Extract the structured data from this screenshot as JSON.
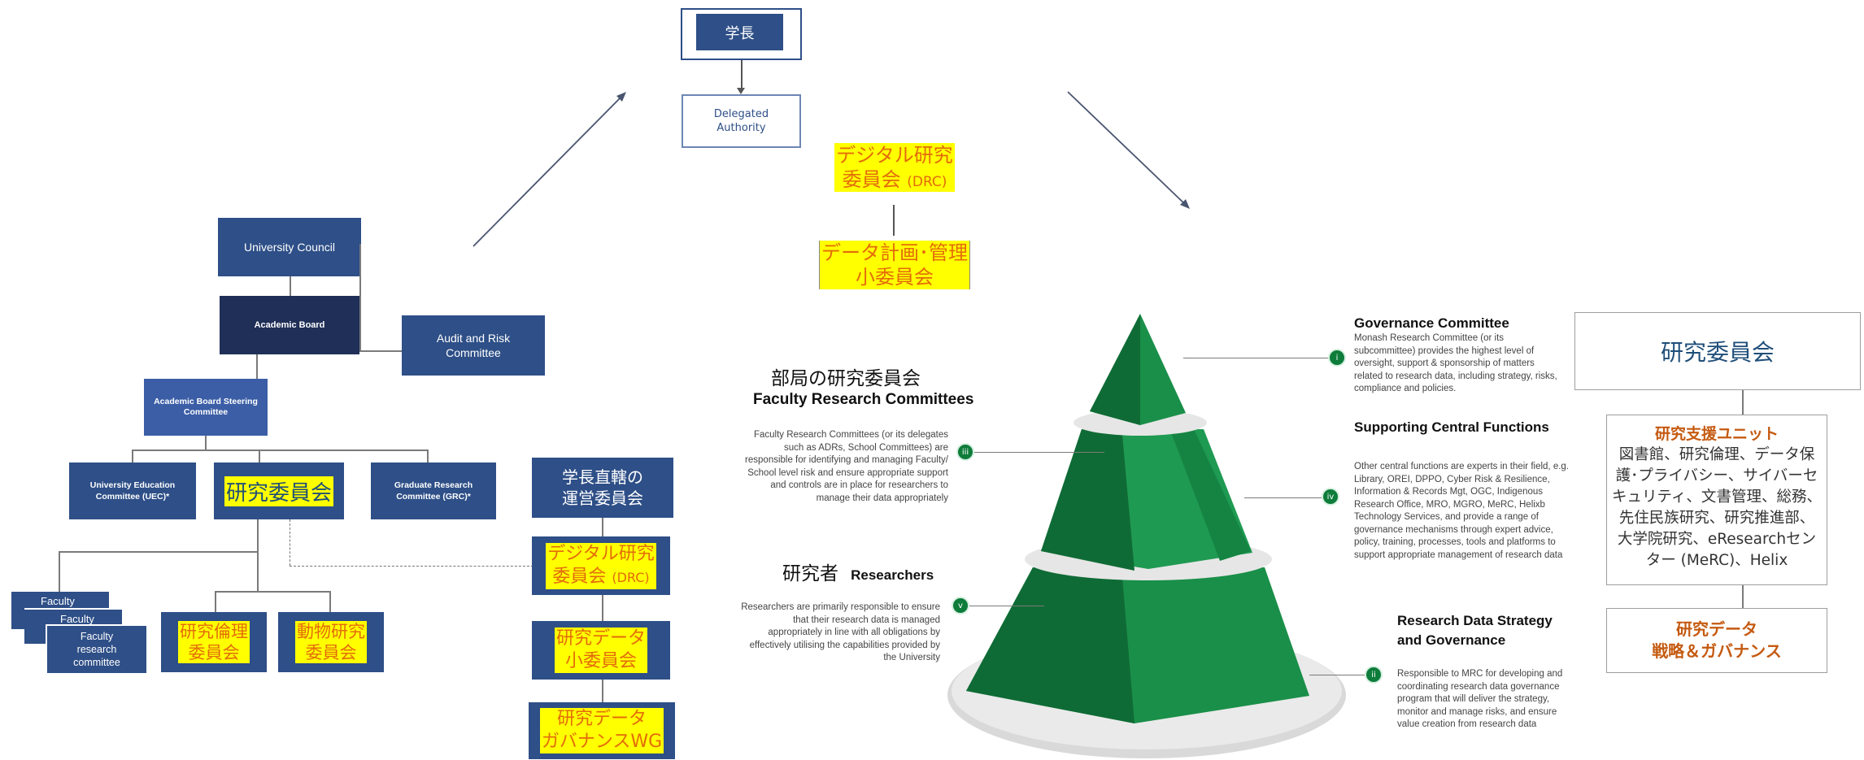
{
  "top": {
    "president": "学長",
    "delegated": "Delegated\nAuthority",
    "drc_jp": "デジタル研究\n委員会",
    "drc_abbr": "(DRC)",
    "data_plan": "データ計画･管理\n小委員会"
  },
  "left_chart": {
    "council": "University Council",
    "academic_board": "Academic Board",
    "audit": "Audit and Risk\nCommittee",
    "steering": "Academic Board Steering\nCommittee",
    "uec": "University Education\nCommittee (UEC)*",
    "research_committee": "研究委員会",
    "grc": "Graduate Research\nCommittee (GRC)*",
    "faculty_stack": [
      "Faculty",
      "Faculty",
      "Faculty\nresearch\ncommittee"
    ],
    "ethics": "研究倫理\n委員会",
    "animal": "動物研究\n委員会"
  },
  "mid_column": {
    "direct": "学長直轄の\n運営委員会",
    "drc_jp": "デジタル研究\n委員会",
    "drc_abbr": "(DRC)",
    "research_data_sub": "研究データ\n小委員会",
    "governance_wg": "研究データ\nガバナンスWG"
  },
  "pyramid": {
    "faculty_jp": "部局の研究委員会",
    "faculty_en": "Faculty Research Committees",
    "faculty_desc": "Faculty Research Committees (or its delegates such as ADRs, School Committees) are responsible for identifying and managing Faculty/ School level risk and ensure appropriate support and controls are in place for researchers to manage their data appropriately",
    "researchers_jp": "研究者",
    "researchers_en": "Researchers",
    "researchers_desc": "Researchers are primarily responsible to ensure that their research data is managed appropriately in line with all obligations by effectively utilising the capabilities provided by the University",
    "governance_title": "Governance Committee",
    "governance_desc": "Monash Research Committee (or its subcommittee) provides the highest level of oversight, support & sponsorship of matters related to research data, including strategy, risks, compliance and policies.",
    "central_title": "Supporting Central Functions",
    "central_desc": "Other central functions are experts in their field, e.g. Library, OREI, DPPO, Cyber Risk & Resilience, Information & Records Mgt, OGC, Indigenous Research Office, MRO, MGRO, MeRC, Helixb Technology Services, and provide a range of governance mechanisms through expert advice, policy, training, processes, tools and platforms to support appropriate management of research data",
    "rdsg_title": "Research Data Strategy\nand Governance",
    "rdsg_desc": "Responsible to MRC for developing and coordinating research data governance program that will deliver the strategy, monitor and manage risks, and ensure value creation from research data",
    "markers": [
      "i",
      "iii",
      "iv",
      "v",
      "ii"
    ]
  },
  "right_panel": {
    "committee": "研究委員会",
    "support_title": "研究支援ユニット",
    "support_desc": "図書館、研究倫理、データ保護･プライバシー、サイバーセキュリティ、文書管理、総務、先住民族研究、研究推進部、大学院研究、eResearchセンター (MeRC)、Helix",
    "strategy": "研究データ\n戦略＆ガバナンス"
  },
  "colors": {
    "navy": "#2e4f87",
    "dark_navy": "#1f2f57",
    "highlight": "#ffff00",
    "highlight_text": "#e36c0a",
    "green": "#0e7c3a",
    "accent_blue": "#1f4e79",
    "accent_orange": "#c55a11"
  }
}
